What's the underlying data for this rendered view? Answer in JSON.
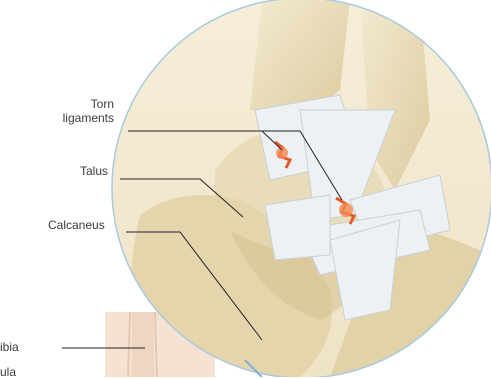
{
  "labels": {
    "torn_line1": "Torn",
    "torn_line2": "ligaments",
    "talus": "Talus",
    "calcaneus": "Calcaneus",
    "tibia_partial": "ibia",
    "fibula_partial": "ula"
  },
  "colors": {
    "bone": "#ece0c2",
    "bone_shadow": "#d9c9a0",
    "ligament": "#eef1f3",
    "tear": "#e45a2a",
    "leader": "#222222",
    "circle_outline": "#a9c9df"
  }
}
